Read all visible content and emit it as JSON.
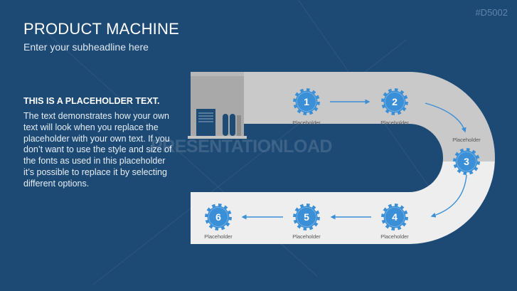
{
  "header": {
    "title": "PRODUCT MACHINE",
    "subtitle": "Enter your subheadline here",
    "code": "#D5002"
  },
  "content": {
    "heading": "THIS IS A PLACEHOLDER TEXT.",
    "body": "The text demonstrates how your own text will look when you replace the placeholder with your own text. If you don’t want to use the style and size of the fonts as used in this placeholder it’s possible to replace it by selecting different options."
  },
  "watermark": "PRESENTATIONLOAD",
  "steps": [
    {
      "number": "1",
      "label": "Placeholder"
    },
    {
      "number": "2",
      "label": "Placeholder"
    },
    {
      "number": "3",
      "label": "Placeholder"
    },
    {
      "number": "4",
      "label": "Placeholder"
    },
    {
      "number": "5",
      "label": "Placeholder"
    },
    {
      "number": "6",
      "label": "Placeholder"
    }
  ],
  "colors": {
    "background": "#1d4a74",
    "track_top": "#c9c9c9",
    "track_bottom": "#eeeeee",
    "gear": "#3a8fd6",
    "arrow": "#3a8fd6",
    "machine": "#a9a9a9",
    "machine_dark": "#8c8c8c",
    "panel": "#1e4b75"
  }
}
